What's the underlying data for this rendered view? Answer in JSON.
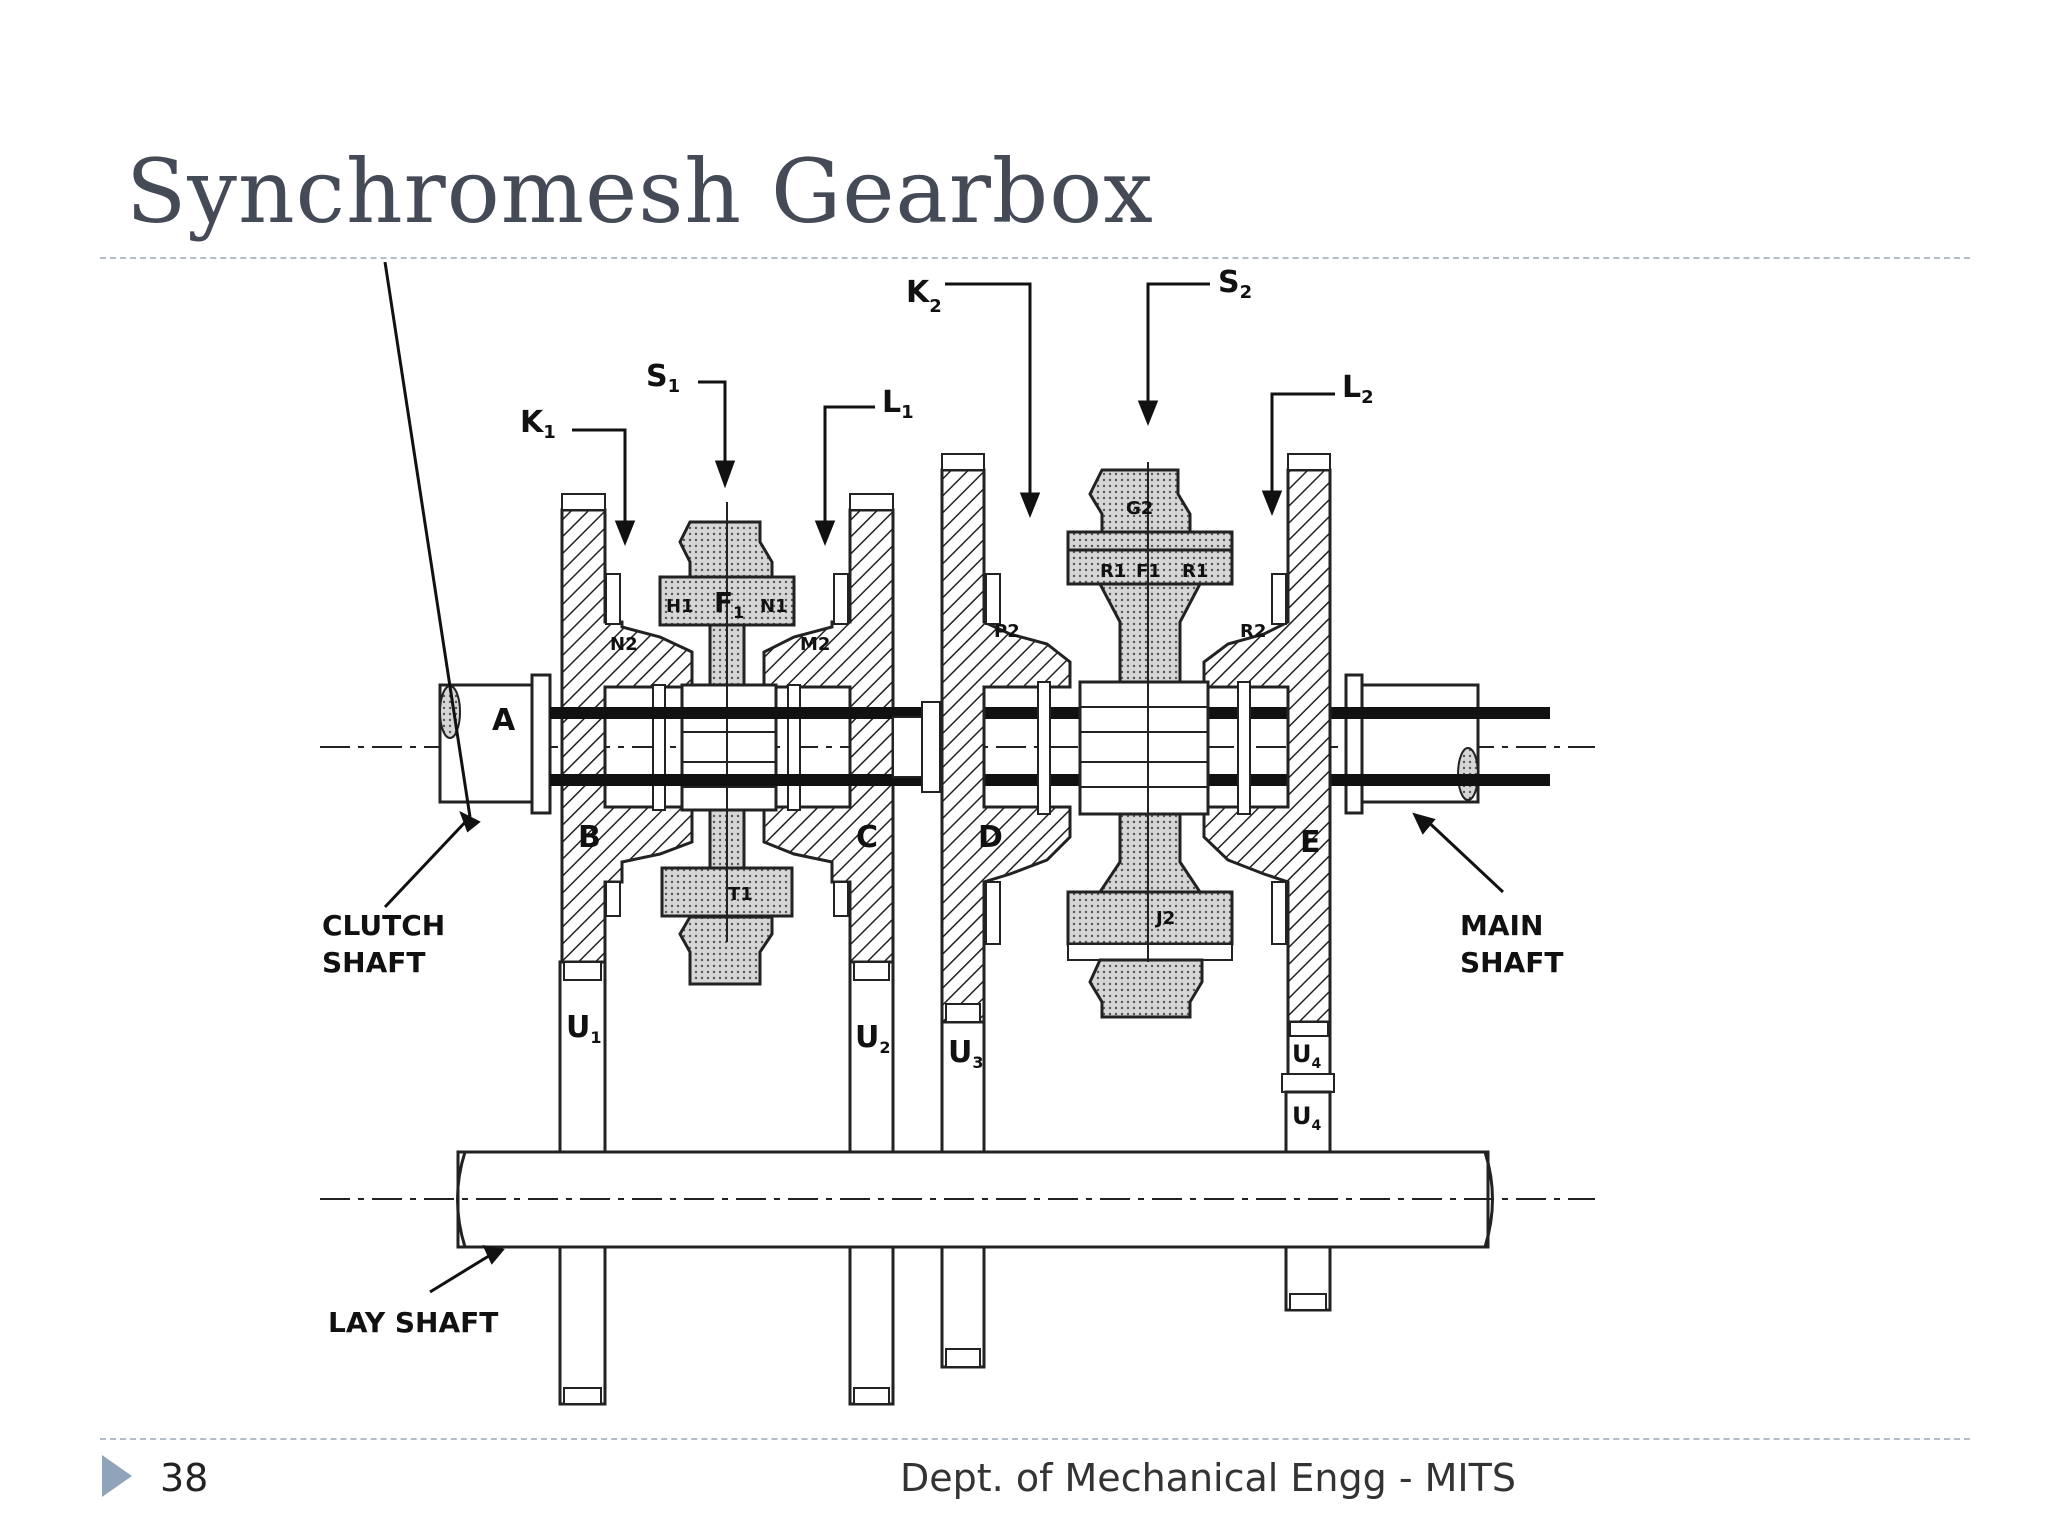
{
  "title": "Synchromesh Gearbox",
  "footer": {
    "slide_number": "38",
    "department": "Dept. of Mechanical Engg - MITS"
  },
  "diagram": {
    "labels": {
      "k1": "K",
      "k1_sub": "1",
      "s1": "S",
      "s1_sub": "1",
      "l1": "L",
      "l1_sub": "1",
      "k2": "K",
      "k2_sub": "2",
      "s2": "S",
      "s2_sub": "2",
      "l2": "L",
      "l2_sub": "2",
      "a": "A",
      "b": "B",
      "c": "C",
      "d": "D",
      "e": "E",
      "f1": "F",
      "f1_sub": "1",
      "h1": "H1",
      "n1": "N1",
      "n2": "N2",
      "m2": "M2",
      "t1": "T1",
      "g2": "G2",
      "r1_left": "R1",
      "f1_small": "F1",
      "r1_right": "R1",
      "p2": "P2",
      "r2": "R2",
      "j2": "J2",
      "u1": "U",
      "u1_sub": "1",
      "u2": "U",
      "u2_sub": "2",
      "u3": "U",
      "u3_sub": "3",
      "u4_top": "U",
      "u4_top_sub": "4",
      "u4_bottom": "U",
      "u4_bottom_sub": "4",
      "clutch_shaft_1": "CLUTCH",
      "clutch_shaft_2": "SHAFT",
      "main_shaft_1": "MAIN",
      "main_shaft_2": "SHAFT",
      "lay_shaft": "LAY SHAFT"
    }
  }
}
